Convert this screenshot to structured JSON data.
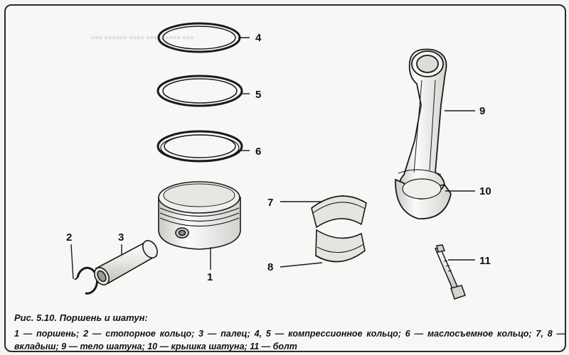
{
  "figure": {
    "caption_title": "Рис. 5.10. Поршень и шатун:",
    "legend_text": "1 — поршень; 2 — стопорное кольцо; 3 — палец; 4, 5 — компрессионное кольцо; 6 — маслосъемное кольцо; 7, 8 — вкладыш; 9 — тело шатуна; 10 — крышка шатуна; 11 — болт"
  },
  "callouts": {
    "c1": "1",
    "c2": "2",
    "c3": "3",
    "c4": "4",
    "c5": "5",
    "c6": "6",
    "c7": "7",
    "c8": "8",
    "c9": "9",
    "c10": "10",
    "c11": "11"
  },
  "colors": {
    "line": "#1a1a1a",
    "paper": "#f7f7f5",
    "shade": "#d9d9d6"
  }
}
